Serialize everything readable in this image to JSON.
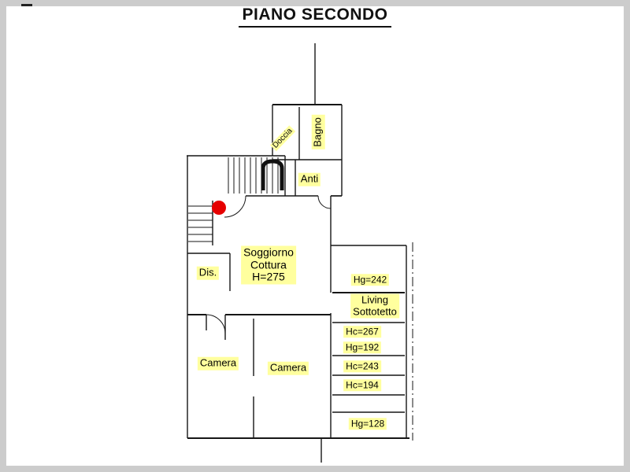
{
  "page": {
    "title": "PIANO SECONDO"
  },
  "colors": {
    "highlight": "#ffff9e",
    "marker": "#e60000",
    "wall": "#1a1a1a",
    "frame": "#cccccc"
  },
  "rooms": {
    "doccia": "Doccia",
    "bagno": "Bagno",
    "anti": "Anti",
    "dis": "Dis.",
    "soggiorno": "Soggiorno\nCottura\nH=275",
    "camera_left": "Camera",
    "camera_right": "Camera"
  },
  "attic": {
    "hg242": "Hg=242",
    "living": "Living\nSottotetto",
    "hc267": "Hc=267",
    "hg192": "Hg=192",
    "hc243": "Hc=243",
    "hc194": "Hc=194",
    "hg128": "Hg=128"
  }
}
